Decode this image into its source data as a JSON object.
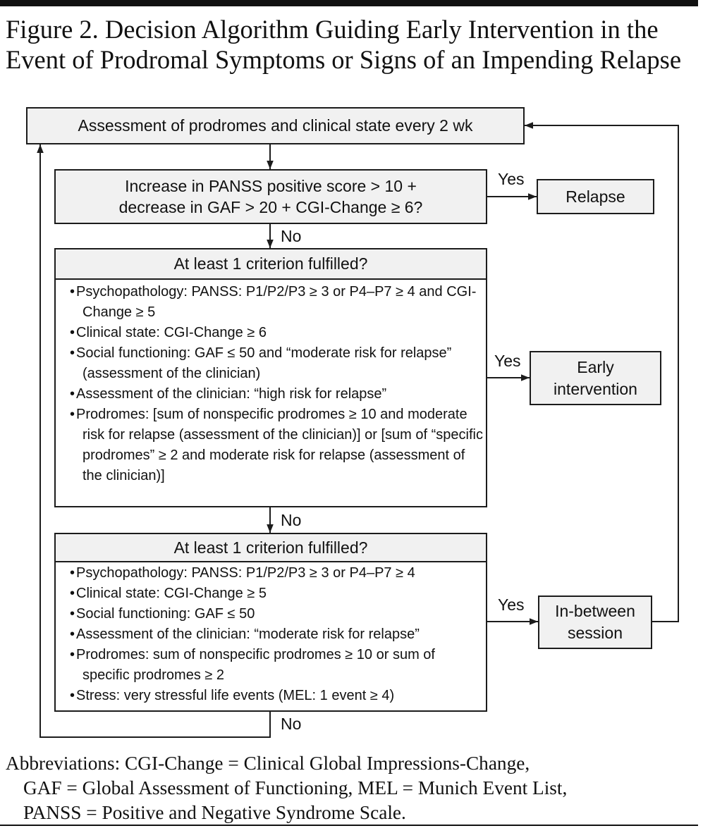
{
  "figure": {
    "title": "Figure 2. Decision Algorithm Guiding Early Intervention in the Event of Prodromal Symptoms or Signs of an Impending Relapse"
  },
  "flowchart": {
    "assessment": "Assessment of prodromes and clinical state every 2 wk",
    "decision1": {
      "line1": "Increase in PANSS positive score > 10 +",
      "line2": "decrease in GAF > 20 + CGI-Change ≥ 6?"
    },
    "relapse": "Relapse",
    "decision2": {
      "header": "At least 1 criterion fulfilled?",
      "criteria": [
        "Psychopathology: PANSS: P1/P2/P3 ≥ 3 or P4–P7 ≥ 4 and CGI-Change ≥ 5",
        "Clinical state: CGI-Change ≥ 6",
        "Social functioning: GAF ≤ 50 and “moderate risk for relapse” (assessment of the clinician)",
        "Assessment of the clinician:  “high risk for relapse”",
        "Prodromes: [sum of nonspecific prodromes ≥ 10 and moderate risk for relapse (assessment of the clinician)] or [sum of “specific prodromes” ≥ 2 and moderate risk for relapse (assessment of the clinician)]"
      ]
    },
    "early_intervention": {
      "line1": "Early",
      "line2": "intervention"
    },
    "decision3": {
      "header": "At least 1 criterion fulfilled?",
      "criteria": [
        "Psychopathology: PANSS: P1/P2/P3 ≥ 3 or P4–P7 ≥ 4",
        "Clinical state: CGI-Change ≥ 5",
        "Social functioning: GAF ≤ 50",
        "Assessment of the clinician: “moderate risk for relapse”",
        "Prodromes: sum of nonspecific prodromes ≥ 10 or sum of specific prodromes ≥ 2",
        "Stress: very stressful life events (MEL: 1 event ≥ 4)"
      ]
    },
    "in_between": {
      "line1": "In-between",
      "line2": "session"
    },
    "labels": {
      "yes": "Yes",
      "no": "No"
    }
  },
  "abbreviations": {
    "line1": "Abbreviations: CGI-Change = Clinical Global Impressions-Change,",
    "line2": "GAF = Global Assessment of Functioning, MEL = Munich Event List,",
    "line3": "PANSS = Positive and Negative Syndrome Scale."
  }
}
